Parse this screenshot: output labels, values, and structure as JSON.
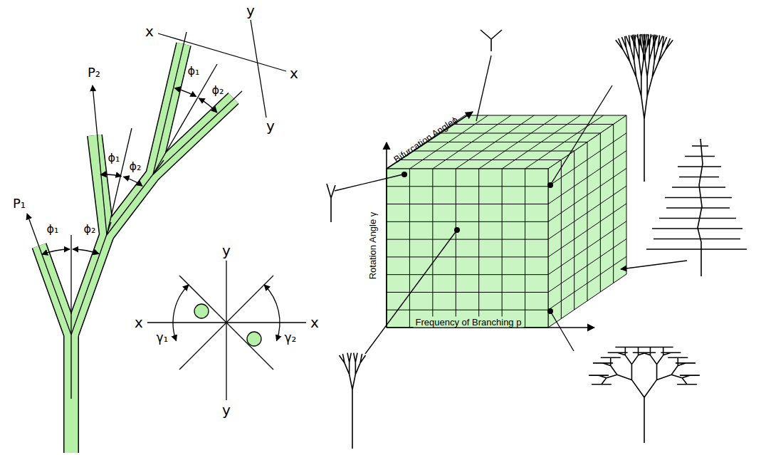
{
  "diagram": {
    "labels": [
      "x",
      "y",
      "x",
      "y",
      "ϕ₁",
      "ϕ₂",
      "P₂",
      "ϕ₁",
      "ϕ₂",
      "P₁",
      "ϕ₁",
      "ϕ₂",
      "y",
      "x",
      "x",
      "y",
      "γ₁",
      "γ₂",
      "Bifurcation Angleϕ",
      "Rotation Angle γ",
      "Frequency of Branching p"
    ]
  }
}
